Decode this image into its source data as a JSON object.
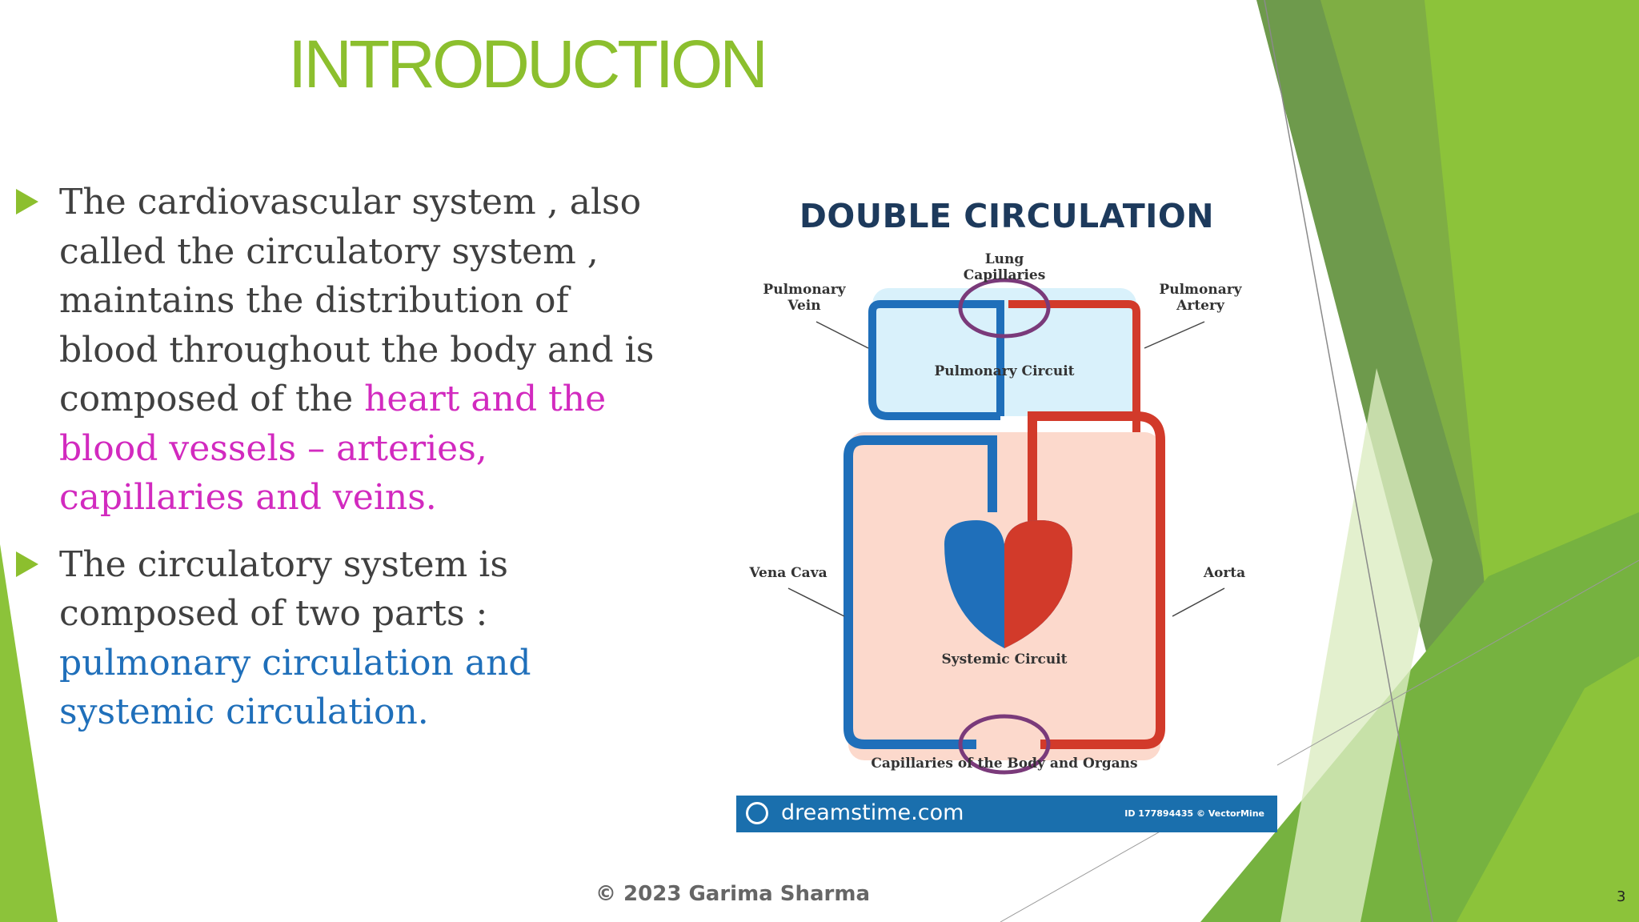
{
  "slide": {
    "title": "INTRODUCTION",
    "bullets": [
      {
        "text": "The cardiovascular system , also called the circulatory system , maintains the distribution of blood throughout the body and is composed of the ",
        "highlight": "heart and the blood vessels – arteries, capillaries and veins.",
        "highlight_color": "#d22abf"
      },
      {
        "text": "The circulatory system is composed of two parts : ",
        "highlight": "pulmonary circulation and systemic circulation.",
        "highlight_color": "#1f6fba"
      }
    ],
    "copyright": "© 2023 Garima Sharma",
    "page_number": "3",
    "accent_color": "#8cbf2e"
  },
  "figure": {
    "title": "DOUBLE CIRCULATION",
    "labels": {
      "lung_capillaries": "Lung Capillaries",
      "pulmonary_vein": "Pulmonary Vein",
      "pulmonary_artery": "Pulmonary Artery",
      "pulmonary_circuit": "Pulmonary Circuit",
      "vena_cava": "Vena Cava",
      "aorta": "Aorta",
      "systemic_circuit": "Systemic Circuit",
      "body_capillaries": "Capillaries of the Body and Organs"
    },
    "footer_brand": "dreamstime.com",
    "footer_id": "ID 177894435 © VectorMine",
    "vein_color": "#1f6fba",
    "artery_color": "#d23a2a"
  }
}
